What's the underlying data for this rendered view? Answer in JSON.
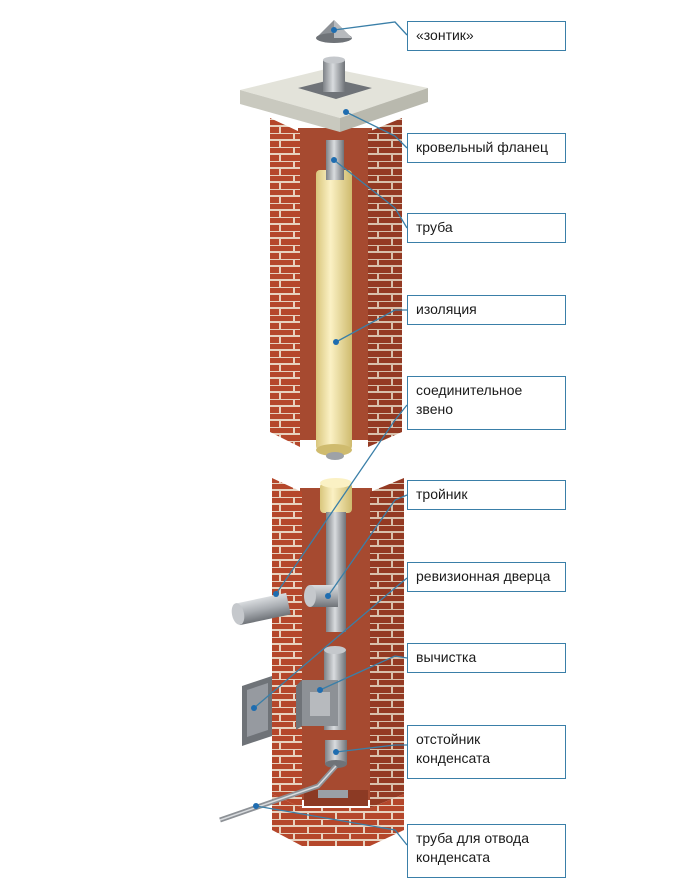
{
  "labels": {
    "cap": "«зонтик»",
    "roof_flange": "кровельный фланец",
    "pipe": "труба",
    "insulation": "изоляция",
    "connector": [
      "соединительное",
      "звено"
    ],
    "tee": "тройник",
    "inspection_door": "ревизионная дверца",
    "cleanout": "вычистка",
    "condensate_sump": [
      "отстойник",
      "конденсата"
    ],
    "drain_pipe": [
      "труба для отвода",
      "конденсата"
    ]
  },
  "colors": {
    "brick": "#b5472b",
    "brick_dark": "#8a3320",
    "mortar": "#e7d2bf",
    "insulation": "#f1e3a2",
    "steel": "#a9adb2",
    "callout": "#3a7fa8",
    "flange": "#dcdcd2"
  }
}
